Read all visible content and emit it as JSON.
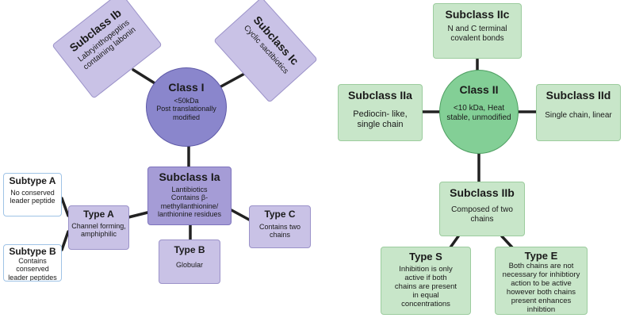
{
  "left": {
    "class1": {
      "title": "Class I",
      "lines": [
        "<50kDa",
        "Post translationally",
        "modified"
      ]
    },
    "subclass_ib": {
      "title": "Subclass Ib",
      "lines": [
        "Labryinthopeptins",
        "containing labonin"
      ]
    },
    "subclass_ic": {
      "title": "Subclass Ic",
      "lines": [
        "Cyclic sactibiotics"
      ]
    },
    "subclass_ia": {
      "title": "Subclass Ia",
      "lines": [
        "Lantibiotics",
        "Contains β-",
        "methyllanthionine/",
        "lanthionine residues"
      ]
    },
    "type_a": {
      "title": "Type A",
      "lines": [
        "Channel forming,",
        "amphiphilic"
      ]
    },
    "type_b": {
      "title": "Type B",
      "lines": [
        "Globular"
      ]
    },
    "type_c": {
      "title": "Type C",
      "lines": [
        "Contains two",
        "chains"
      ]
    },
    "subtype_a": {
      "title": "Subtype A",
      "lines": [
        "No conserved",
        "leader peptide"
      ]
    },
    "subtype_b": {
      "title": "Subtype B",
      "lines": [
        "Contains",
        "conserved",
        "leader peptides"
      ]
    }
  },
  "right": {
    "class2": {
      "title": "Class II",
      "lines": [
        "<10 kDa, Heat",
        "stable, unmodified"
      ]
    },
    "subclass_iic": {
      "title": "Subclass IIc",
      "lines": [
        "N and C terminal",
        "covalent bonds"
      ]
    },
    "subclass_iia": {
      "title": "Subclass IIa",
      "lines": [
        "Pediocin- like,",
        "single chain"
      ]
    },
    "subclass_iid": {
      "title": "Subclass IId",
      "lines": [
        "Single chain, linear"
      ]
    },
    "subclass_iib": {
      "title": "Subclass IIb",
      "lines": [
        "Composed of two",
        "chains"
      ]
    },
    "type_s": {
      "title": "Type S",
      "lines": [
        "Inhibition is only",
        "active if both",
        "chains are present",
        "in equal",
        "concentrations"
      ]
    },
    "type_e": {
      "title": "Type E",
      "lines": [
        "Both chains are not",
        "necessary for inhibtiory",
        "action to be active",
        "however both chains",
        "present enhances",
        "inhibtion"
      ]
    }
  }
}
